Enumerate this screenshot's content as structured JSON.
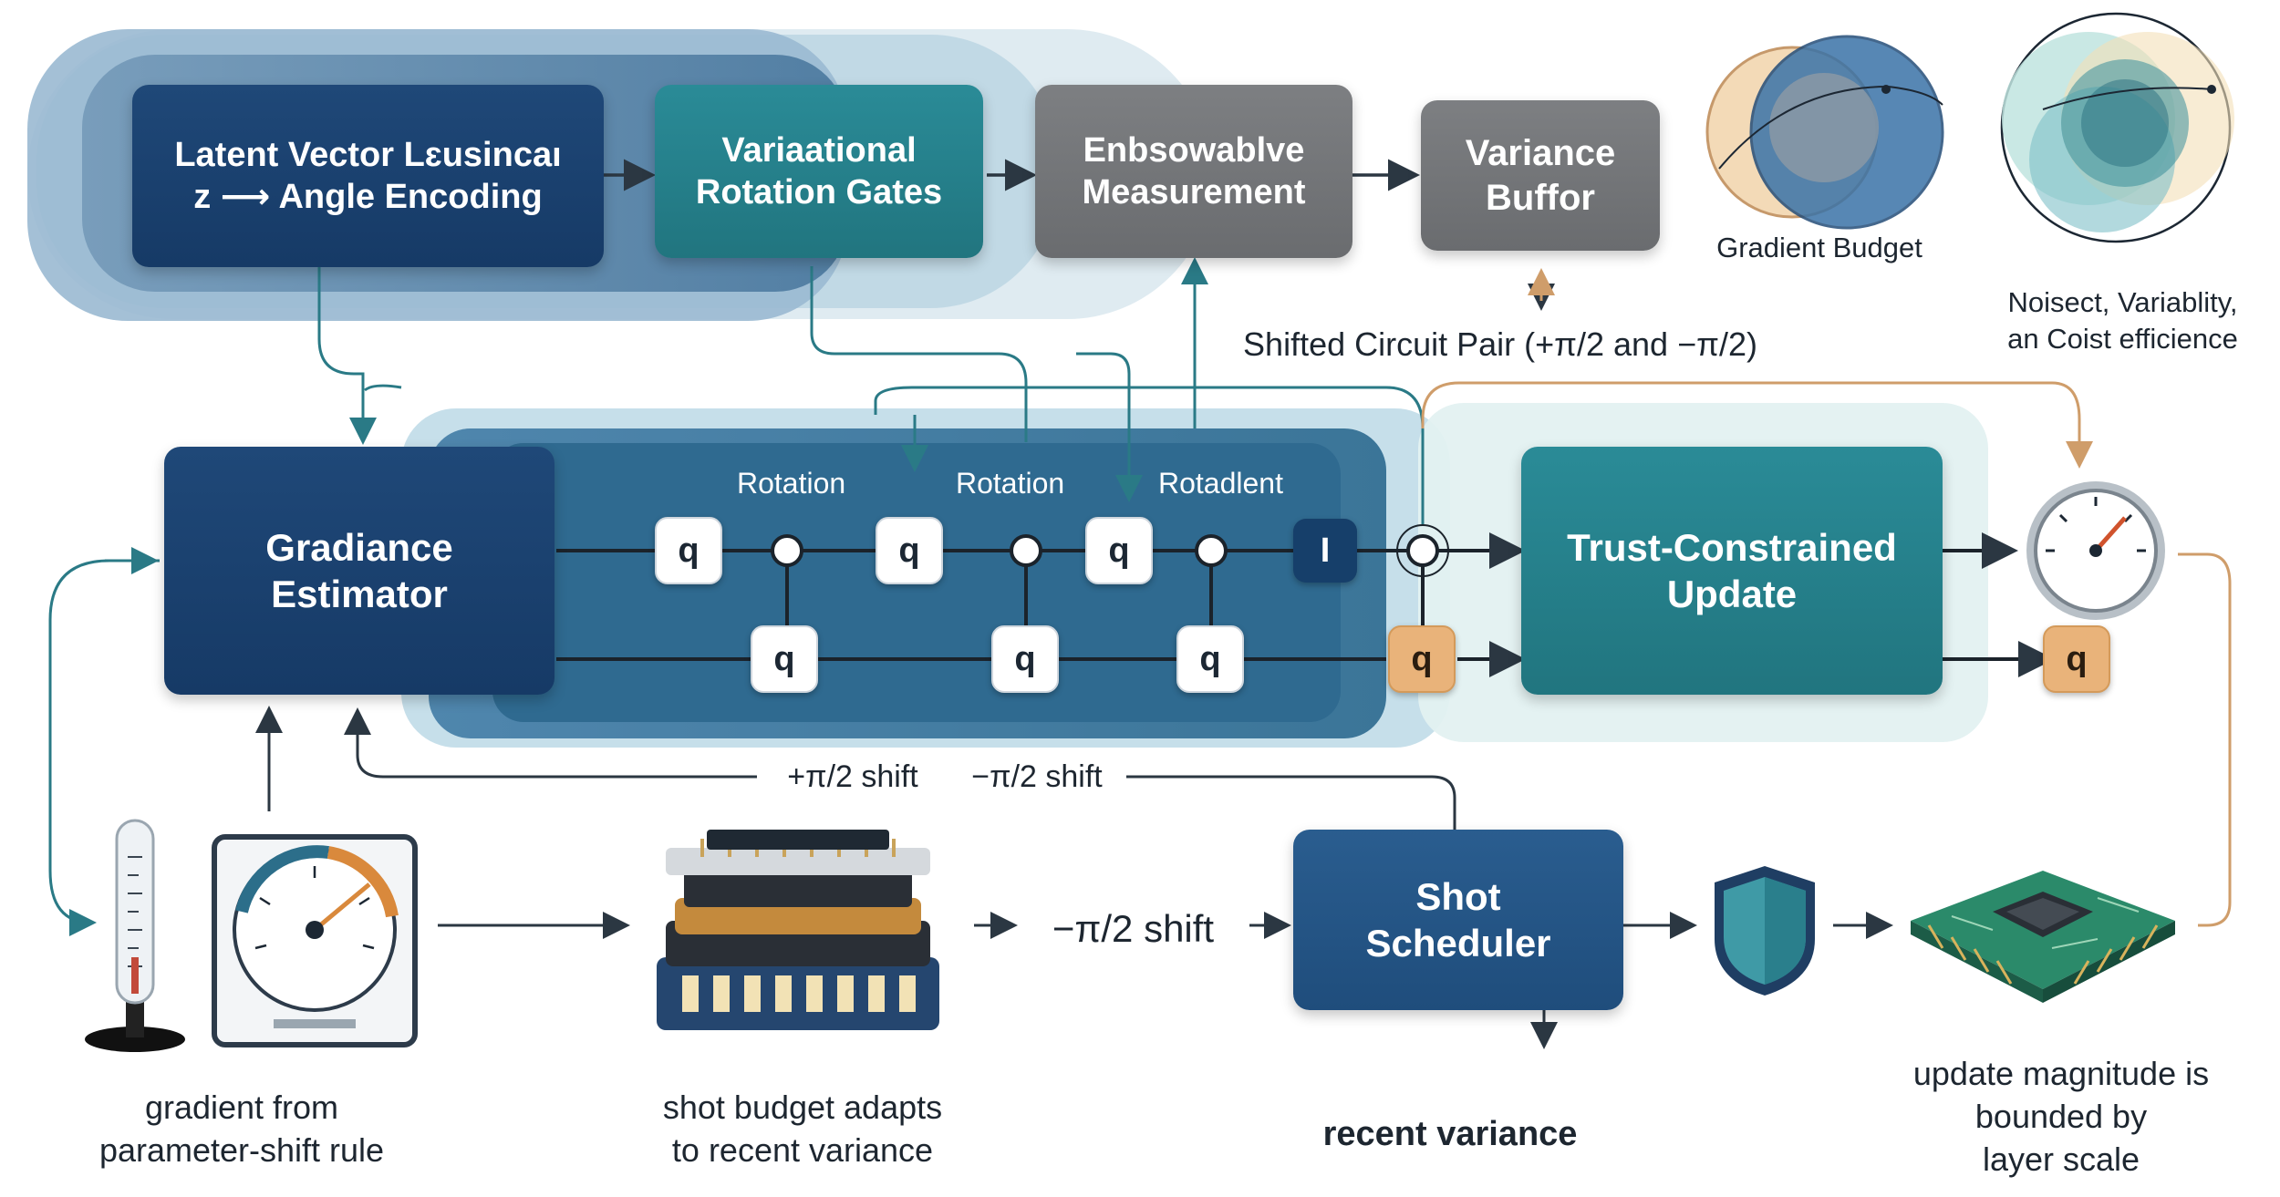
{
  "encoding": {
    "latent_box": "Latent Vector Lɛusincaı\nz ⟶ Angle Encoding",
    "rotation_gates_box": "Variaational\nRotation Gates",
    "measurement_box": "Enbsowablve\nMeasurement",
    "variance_box": "Variance\nBuffor",
    "shifted_pair_label": "Shifted Circuit Pair (+π/2 and −π/2)"
  },
  "venn": {
    "gradient_budget_label": "Gradient Budget",
    "noise_label": "Noisect, Variablity,\nan Coist efficience"
  },
  "circuit": {
    "estimator_box": "Gradiance\nEstimator",
    "rotation_labels": [
      "Rotation",
      "Rotation",
      "Rotadlent"
    ],
    "q_label": "q",
    "i_label": "I",
    "update_box": "Trust-Constrained\nUpdate",
    "shift_plus_label": "+π/2 shift",
    "shift_minus_label": "−π/2 shift"
  },
  "pipeline": {
    "gradient_caption": "gradient from\nparameter-shift rule",
    "shift_label": "−π/2 shift",
    "shot_budget_caption": "shot budget adapts\nto recent variance",
    "scheduler_box": "Shot\nScheduler",
    "recent_variance_label": "recent variance",
    "update_caption": "update magnitude is\nbounded by\nlayer scale"
  },
  "icons": [
    "thermometer-icon",
    "gauge-icon",
    "chip-stack-icon",
    "shield-icon",
    "circuit-board-icon",
    "dial-gauge-icon"
  ],
  "colors": {
    "navy": "#163a66",
    "teal": "#21757f",
    "gray": "#6a6c6f",
    "orange": "#e9b37a",
    "arrow_teal": "#2a7a86",
    "arrow_orange": "#cf9d6a"
  }
}
